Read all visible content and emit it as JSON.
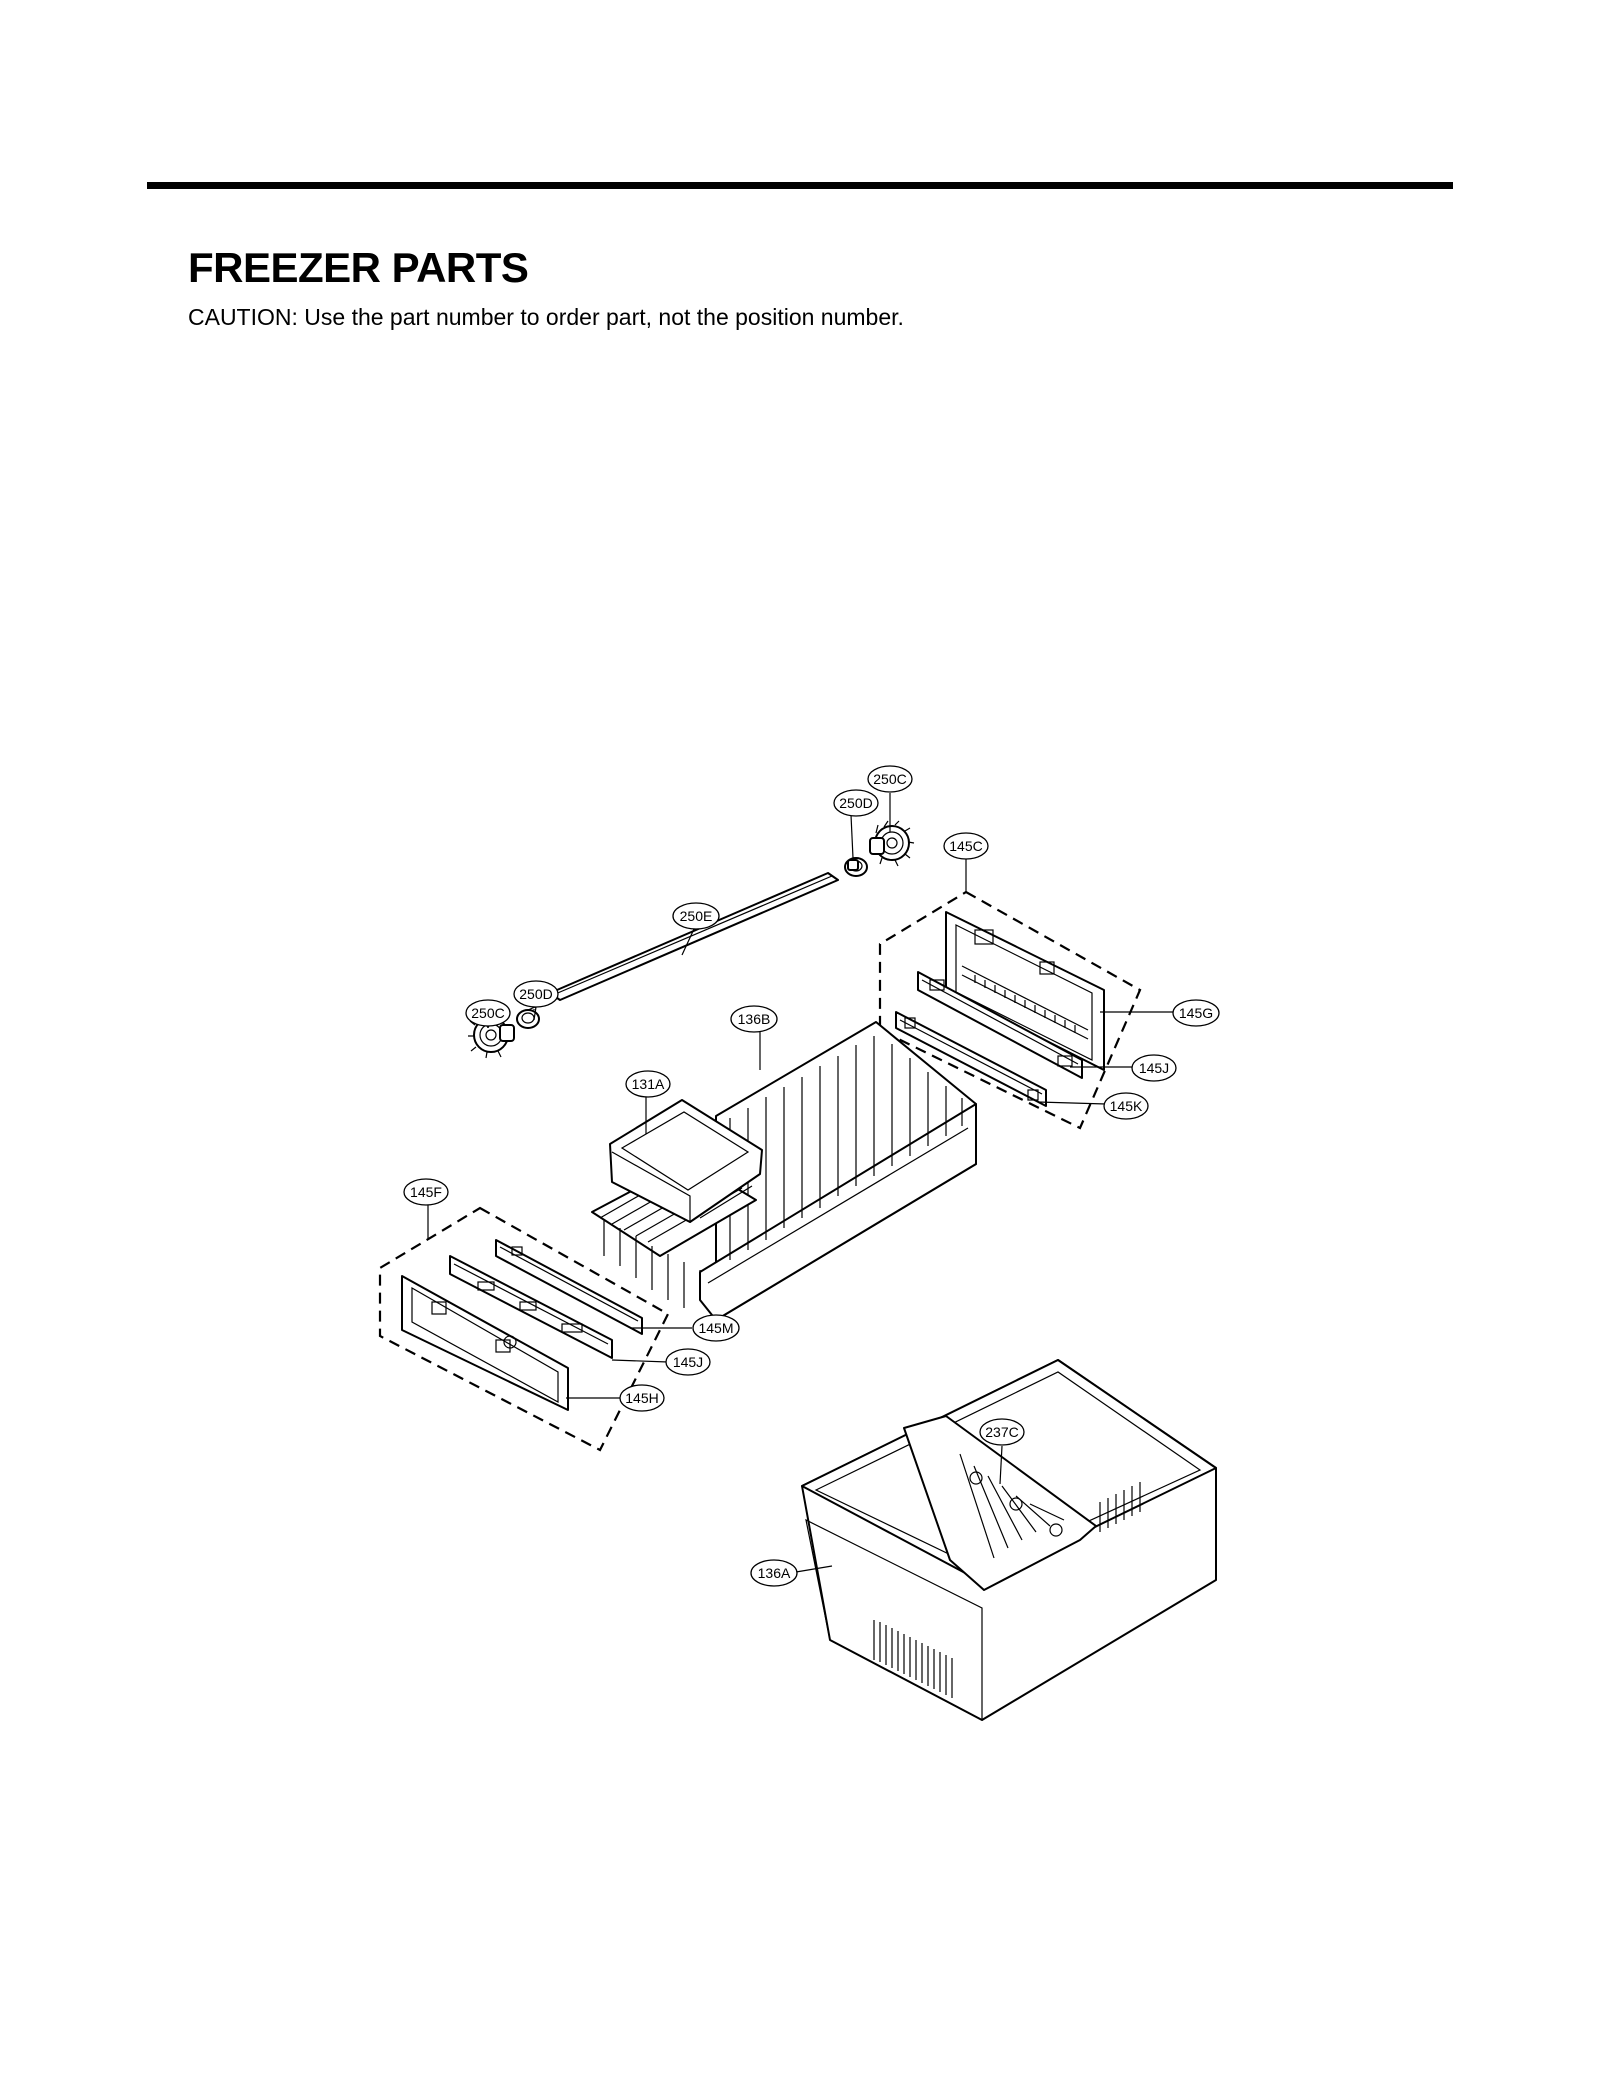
{
  "header": {
    "title": "FREEZER PARTS",
    "caution": "CAUTION: Use the part number to order part, not the position number."
  },
  "diagram": {
    "labels": {
      "l250c_top": "250C",
      "l250d_top": "250D",
      "l145c": "145C",
      "l250e": "250E",
      "l250d_left": "250D",
      "l250c_left": "250C",
      "l136b": "136B",
      "l145g": "145G",
      "l145j_right": "145J",
      "l131a": "131A",
      "l145k": "145K",
      "l145f": "145F",
      "l145m": "145M",
      "l145j_left": "145J",
      "l145h": "145H",
      "l237c": "237C",
      "l136a": "136A"
    }
  }
}
